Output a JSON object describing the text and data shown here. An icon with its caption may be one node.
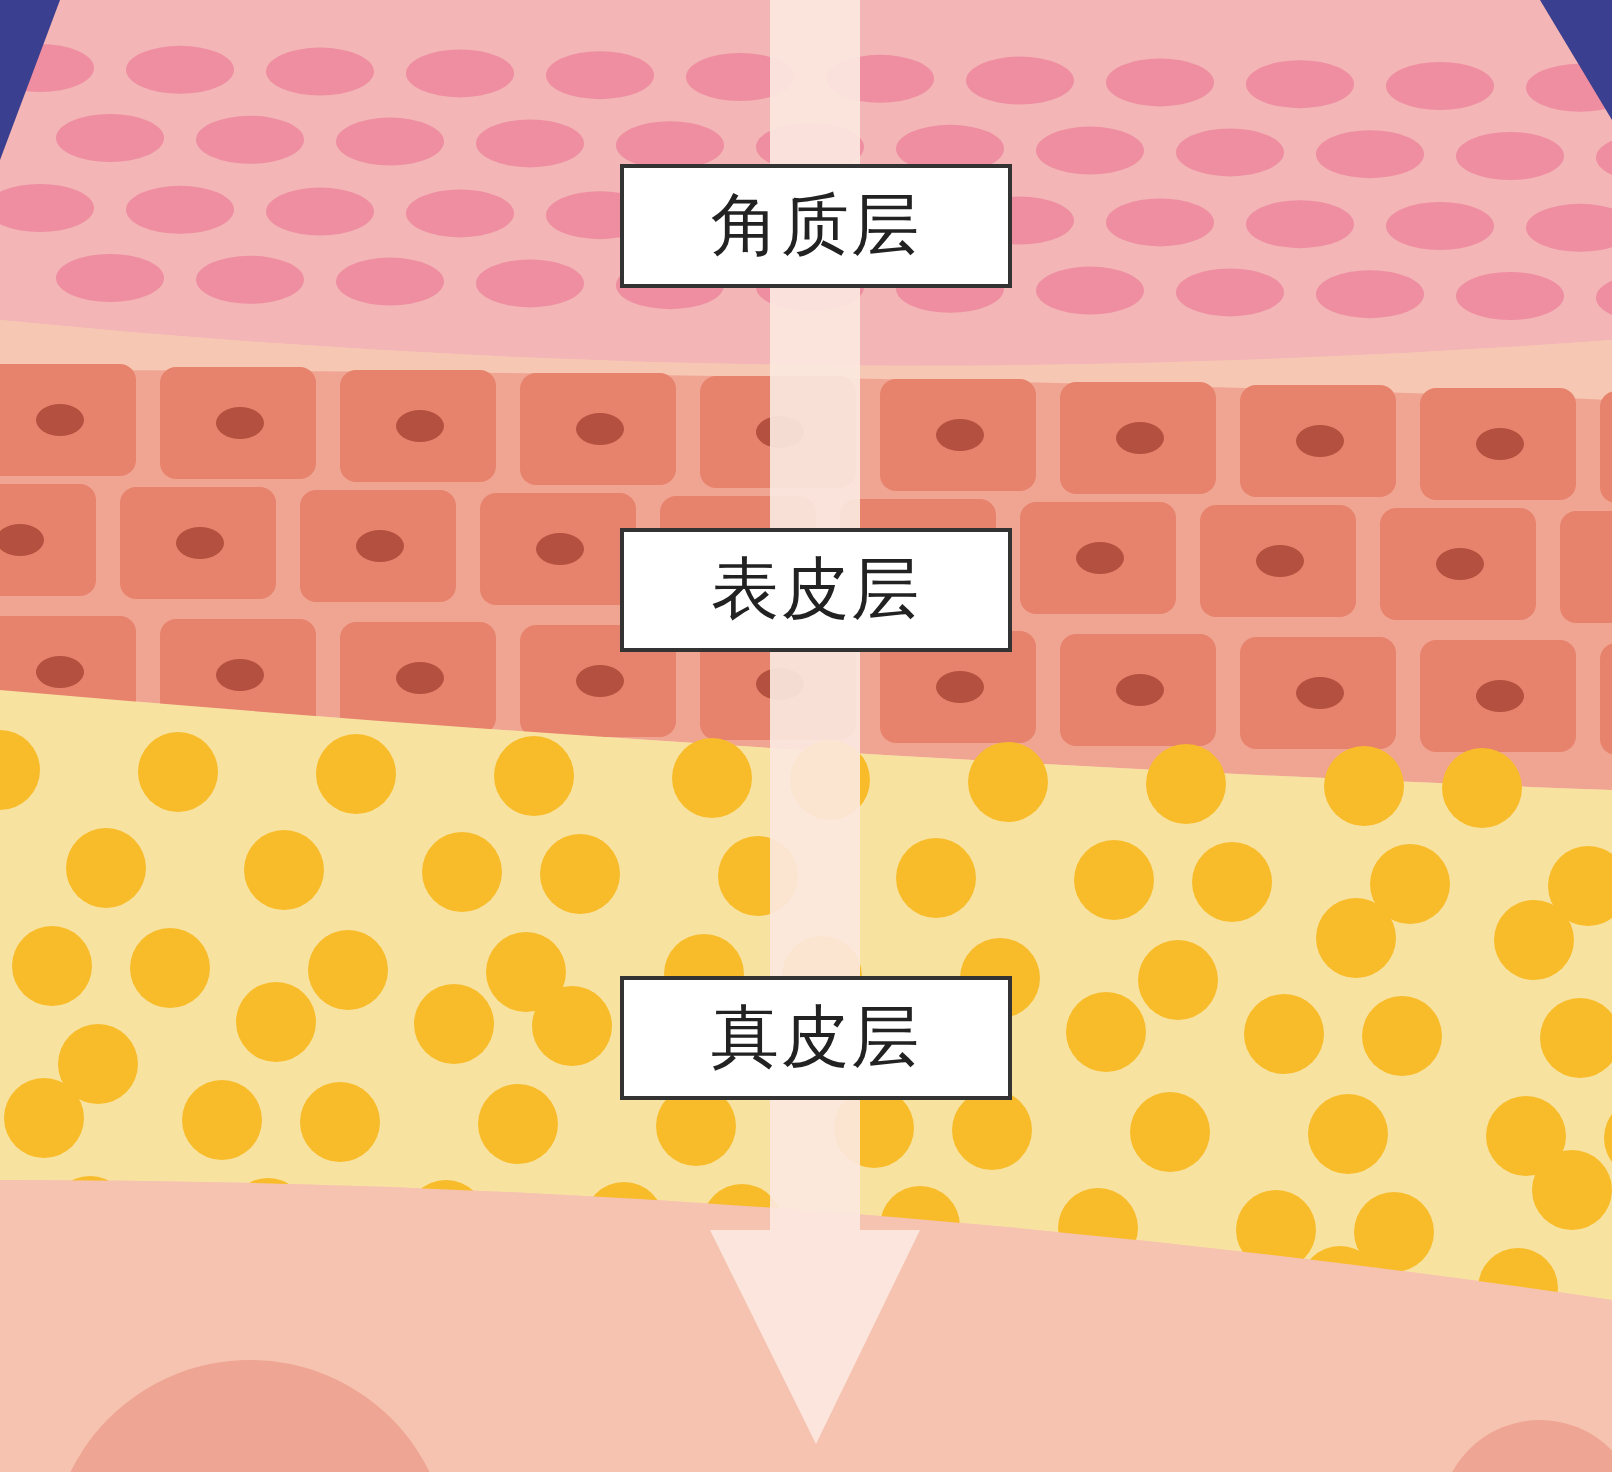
{
  "diagram": {
    "nodes": [
      {
        "text": [
          "角质层"
        ]
      },
      {
        "text": [
          "表皮层"
        ]
      },
      {
        "text": [
          "真皮层"
        ]
      }
    ]
  }
}
